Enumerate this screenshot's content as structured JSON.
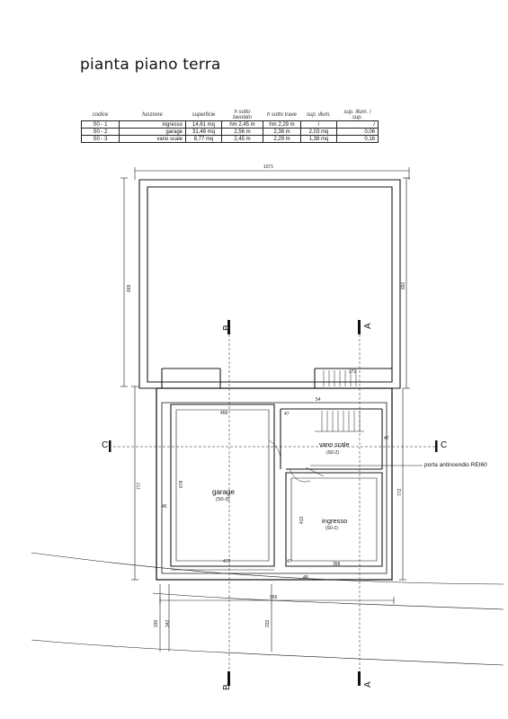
{
  "title": "pianta piano terra",
  "table": {
    "headers": [
      "codice",
      "funzione",
      "superficie",
      "h sotto tavolato",
      "h sotto trave",
      "sup. illum.",
      "sup. illum. / sup."
    ],
    "rows": [
      [
        "S0 - 1",
        "ingresso",
        "14,61 mq",
        "hm 2,45 m",
        "hm 2,29 m",
        "/",
        "/"
      ],
      [
        "S0 - 2",
        "garage",
        "31,48 mq",
        "2,56 m",
        "2,38 m",
        "2,03 mq",
        "0,06"
      ],
      [
        "S0 - 3",
        "vano scale",
        "8,77 mq",
        "2,45 m",
        "2,29 m",
        "1,38 mq",
        "0,16"
      ]
    ]
  },
  "rooms": {
    "garage_name": "garage",
    "garage_code": "(S0-3)",
    "vano_name": "vano scale",
    "vano_code": "(S0-2)",
    "ingresso_name": "ingresso",
    "ingresso_code": "(S0-1)"
  },
  "annotation": "porta antincendio REI60",
  "sections": {
    "a_top": "A",
    "b_top": "B",
    "c_left": "C",
    "c_right": "C",
    "a_bottom": "A",
    "b_bottom": "B"
  },
  "dims": {
    "top_width": "1071",
    "left_upper": "669",
    "right_upper": "691",
    "left_lower": "777",
    "right_lower": "772",
    "garage_width_top": "456",
    "garage_width_bottom": "472",
    "garage_height": "678",
    "ingresso_height": "413",
    "ingresso_width": "358",
    "bottom_total": "969",
    "bottom_left_1": "330",
    "bottom_left_2": "342",
    "bottom_mid": "332",
    "small_47_a": "47",
    "small_47_b": "47",
    "small_47_c": "47",
    "small_45": "45",
    "small_54": "54",
    "small_272": "272",
    "small_48": "48"
  }
}
